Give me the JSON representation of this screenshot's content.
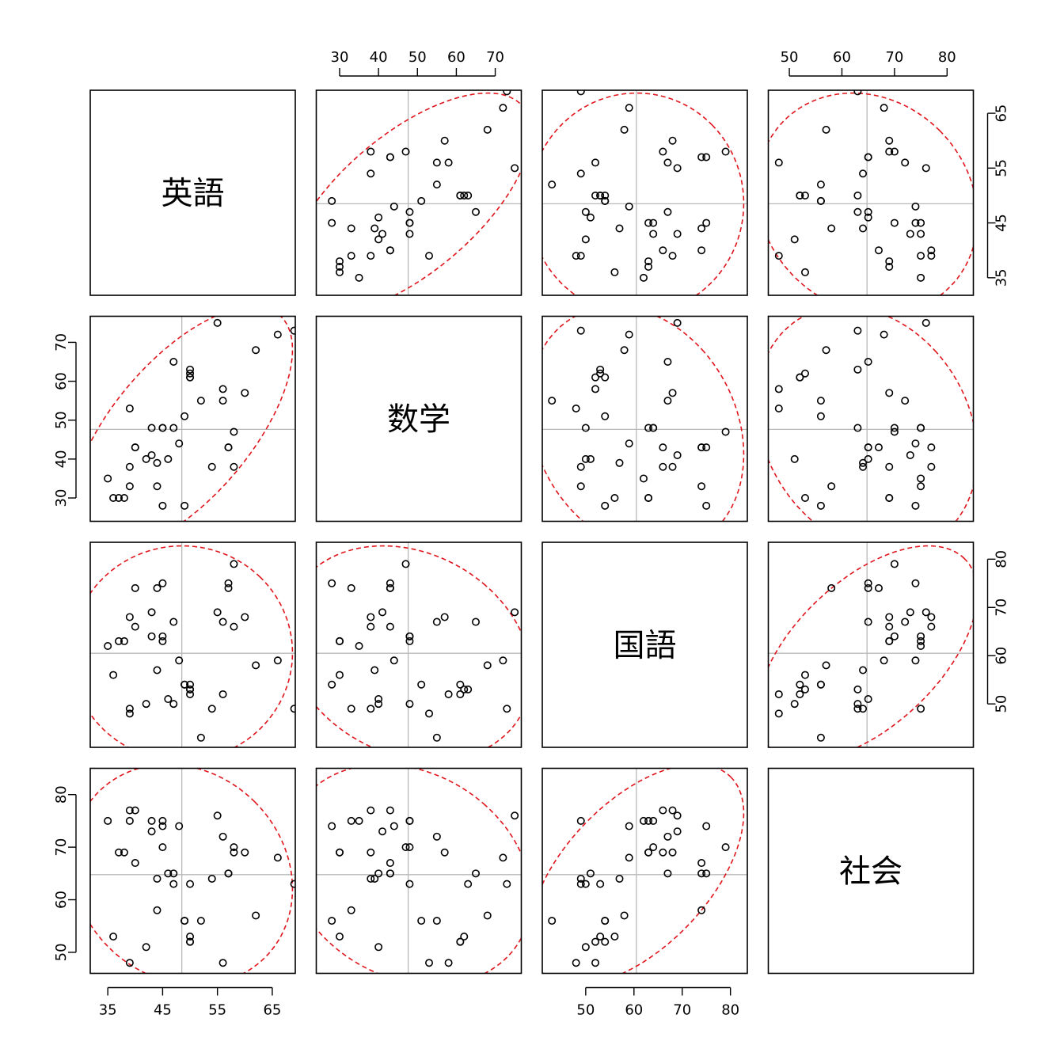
{
  "chart_data": {
    "type": "scatter-matrix",
    "variables": [
      "英語",
      "数学",
      "国語",
      "社会"
    ],
    "ranges": {
      "英語": [
        31.8,
        69.2
      ],
      "数学": [
        24,
        76.7
      ],
      "国語": [
        41,
        83.5
      ],
      "社会": [
        46,
        85
      ]
    },
    "ticks": {
      "英語": [
        35,
        45,
        55,
        65
      ],
      "数学": [
        30,
        40,
        50,
        60,
        70
      ],
      "国語": [
        50,
        60,
        70,
        80
      ],
      "社会": [
        50,
        60,
        70,
        80
      ]
    },
    "tick_positions": {
      "top": [
        "数学",
        "社会"
      ],
      "right": [
        "英語",
        "国語"
      ],
      "bottom": [
        "英語",
        "国語"
      ],
      "left": [
        "数学",
        "社会"
      ]
    },
    "reference_lines": "means",
    "ellipse_color": "#e0151c",
    "reference_line_color": "#b8b8b8",
    "observations": [
      {
        "英語": 49,
        "数学": 51,
        "国語": 54,
        "社会": 56
      },
      {
        "英語": 48,
        "数学": 44,
        "国語": 59,
        "社会": 74
      },
      {
        "英語": 55,
        "数学": 75,
        "国語": 69,
        "社会": 76
      },
      {
        "英語": 39,
        "数学": 38,
        "国語": 68,
        "社会": 77
      },
      {
        "英語": 57,
        "数学": 43,
        "国語": 75,
        "社会": 65
      },
      {
        "英語": 50,
        "数学": 61,
        "国語": 54,
        "社会": 52
      },
      {
        "英語": 45,
        "数学": 48,
        "国語": 63,
        "社会": 75
      },
      {
        "英語": 36,
        "数学": 30,
        "国語": 56,
        "社会": 53
      },
      {
        "英語": 62,
        "数学": 68,
        "国語": 58,
        "社会": 57
      },
      {
        "英語": 43,
        "数学": 41,
        "国語": 69,
        "社会": 73
      },
      {
        "英語": 40,
        "数学": 43,
        "国語": 66,
        "社会": 77
      },
      {
        "英語": 52,
        "数学": 55,
        "国語": 43,
        "社会": 56
      },
      {
        "英語": 47,
        "数学": 65,
        "国語": 67,
        "社会": 65
      },
      {
        "英語": 56,
        "数学": 58,
        "国語": 52,
        "社会": 48
      },
      {
        "英語": 37,
        "数学": 30,
        "国語": 63,
        "社会": 69
      },
      {
        "英語": 39,
        "数学": 33,
        "国語": 49,
        "社会": 75
      },
      {
        "英語": 49,
        "数学": 28,
        "国語": 54,
        "社会": 56
      },
      {
        "英語": 42,
        "数学": 40,
        "国語": 50,
        "社会": 51
      },
      {
        "英語": 44,
        "数学": 39,
        "国語": 57,
        "社会": 64
      },
      {
        "英語": 58,
        "数学": 38,
        "国語": 66,
        "社会": 69
      },
      {
        "英語": 46,
        "数学": 40,
        "国語": 51,
        "社会": 65
      },
      {
        "英語": 44,
        "数学": 33,
        "国語": 74,
        "社会": 58
      },
      {
        "英語": 50,
        "数学": 63,
        "国語": 53,
        "社会": 63
      },
      {
        "英語": 38,
        "数学": 30,
        "国語": 63,
        "社会": 69
      },
      {
        "英語": 50,
        "数学": 62,
        "国語": 53,
        "社会": 53
      },
      {
        "英語": 40,
        "数学": 43,
        "国語": 74,
        "社会": 67
      },
      {
        "英語": 47,
        "数学": 48,
        "国語": 50,
        "社会": 63
      },
      {
        "英語": 58,
        "数学": 47,
        "国語": 79,
        "社会": 70
      },
      {
        "英語": 45,
        "数学": 28,
        "国語": 75,
        "社会": 74
      },
      {
        "英語": 69,
        "数学": 73,
        "国語": 49,
        "社会": 63
      },
      {
        "英語": 35,
        "数学": 35,
        "国語": 62,
        "社会": 75
      },
      {
        "英語": 57,
        "数学": 43,
        "国語": 74,
        "社会": 65
      },
      {
        "英語": 43,
        "数学": 48,
        "国語": 64,
        "社会": 75
      },
      {
        "英語": 60,
        "数学": 57,
        "国語": 68,
        "社会": 69
      },
      {
        "英語": 39,
        "数学": 53,
        "国語": 48,
        "社会": 48
      },
      {
        "英語": 66,
        "数学": 72,
        "国語": 59,
        "社会": 68
      },
      {
        "英語": 54,
        "数学": 38,
        "国語": 49,
        "社会": 64
      },
      {
        "英語": 45,
        "数学": 48,
        "国語": 64,
        "社会": 70
      },
      {
        "英語": 56,
        "数学": 55,
        "国語": 67,
        "社会": 72
      },
      {
        "英語": 50,
        "数学": 61,
        "国語": 52,
        "社会": 52
      }
    ]
  }
}
